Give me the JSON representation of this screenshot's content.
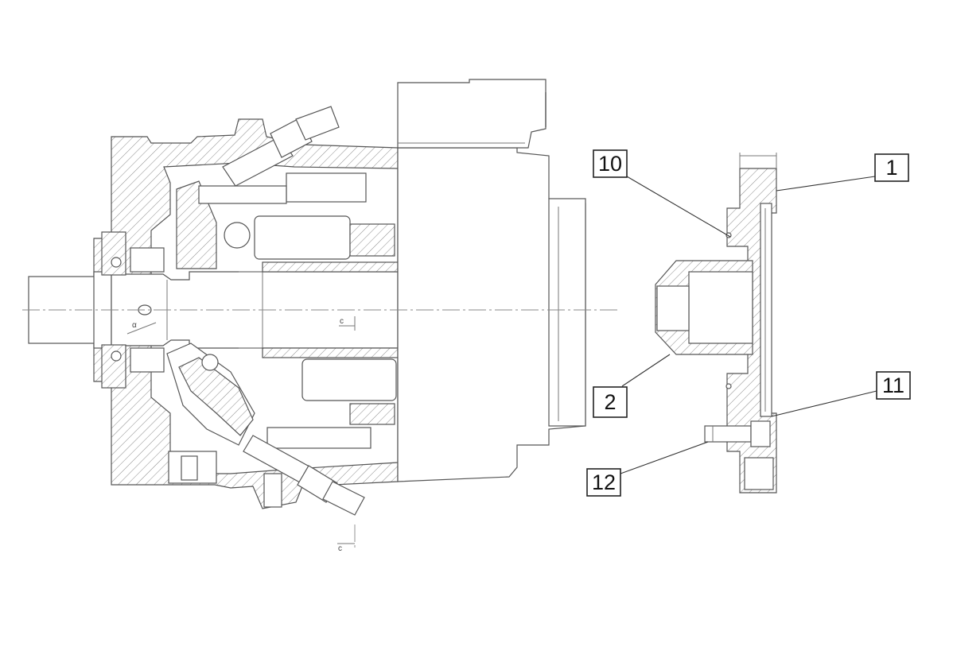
{
  "callouts": [
    {
      "id": "10"
    },
    {
      "id": "1"
    },
    {
      "id": "2"
    },
    {
      "id": "11"
    },
    {
      "id": "12"
    }
  ],
  "section_marks": {
    "upper": "c",
    "lower": "c",
    "angle": "α"
  }
}
